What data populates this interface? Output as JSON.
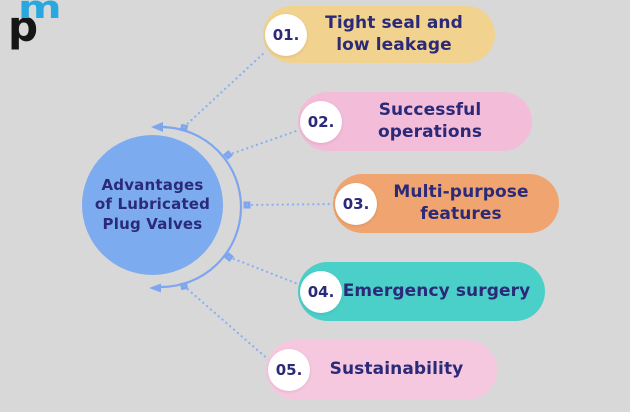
{
  "background_color": "#d8d8d8",
  "logo": {
    "letter_p": "p",
    "letter_m": "m",
    "p_color": "#161616",
    "m_color": "#29a8e0"
  },
  "diagram": {
    "title": "Advantages\nof Lubricated\nPlug Valves",
    "text_color": "#2b2a78",
    "circle_color": "#7cabef",
    "connector_color": "#7da6ef",
    "dotted_color": "#8ab0f2"
  },
  "items": [
    {
      "number": "01.",
      "label": "Tight seal and low leakage",
      "color": "#f1d28e"
    },
    {
      "number": "02.",
      "label": "Successful operations",
      "color": "#f3bcd9"
    },
    {
      "number": "03.",
      "label": "Multi-purpose features",
      "color": "#f0a470"
    },
    {
      "number": "04.",
      "label": "Emergency surgery",
      "color": "#4ad0c9"
    },
    {
      "number": "05.",
      "label": "Sustainability",
      "color": "#f6c8df"
    }
  ]
}
